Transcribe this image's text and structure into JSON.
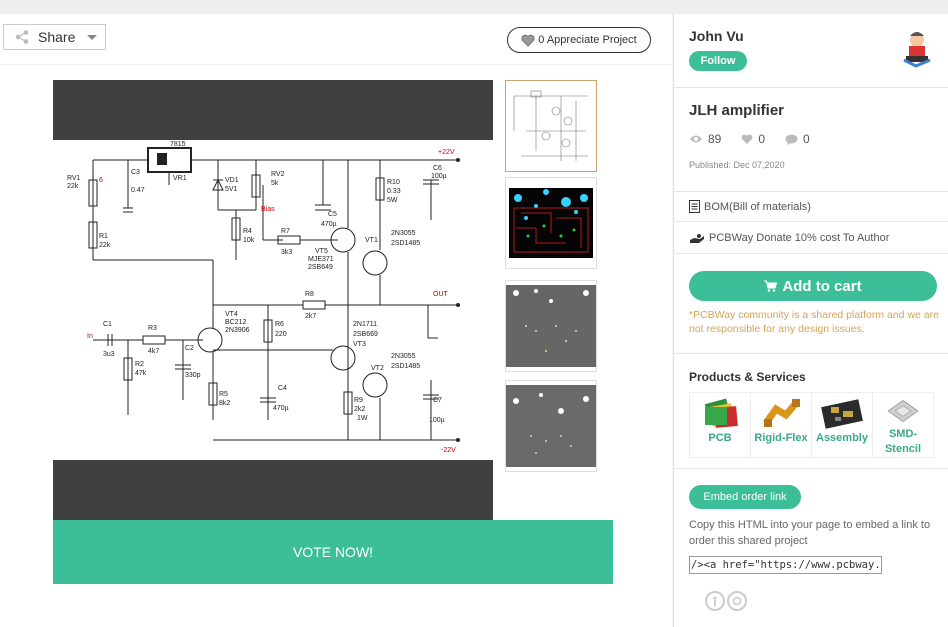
{
  "toolbar": {
    "share_label": "Share",
    "share_icon": "share-icon",
    "appreciate_label": "0 Appreciate Project",
    "appreciate_icon": "heart-icon"
  },
  "gallery": {
    "main_image": "schematic",
    "thumbnails": [
      "schematic",
      "pcb-layout-dark",
      "pcb-gray-top",
      "pcb-gray-bottom"
    ],
    "selected_index": 0
  },
  "vote_label": "VOTE NOW!",
  "schematic": {
    "labels": {
      "reg": "7815",
      "vr1": "VR1",
      "c3": "C3",
      "c3v": "0.47",
      "rv1": "RV1",
      "rv1v": "22k",
      "vd1": "VD1",
      "vd1v": "5V1",
      "rv2": "RV2",
      "rv2v": "5k",
      "r10": "R10",
      "r10v": "0.33",
      "r10w": "5W",
      "c6": "C6",
      "c6v": "100µ",
      "p22": "+22V",
      "m22": "-22V",
      "c5": "C5",
      "c5v": "470µ",
      "r4": "R4",
      "r4v": "10k",
      "bias": "Bias",
      "r7": "R7",
      "r7v": "3k3",
      "vt5": "VT5",
      "vt5t": "MJE371",
      "vt5b": "2SB649",
      "vt1": "VT1",
      "vt1t": "2N3055",
      "vt1b": "2SD1485",
      "r1": "R1",
      "r1v": "22k",
      "out": "OUT",
      "r8": "R8",
      "r8v": "2k7",
      "c1": "C1",
      "c1v": "3u3",
      "in": "In",
      "r3": "R3",
      "r3v": "4k7",
      "vt4": "VT4",
      "vt4t": "BC212",
      "vt4b": "2N3906",
      "r6": "R6",
      "r6v": "220",
      "vt3t": "2N1711",
      "vt3b": "2SB669",
      "vt3": "VT3",
      "c2": "C2",
      "c2v": "330p",
      "r2": "R2",
      "r2v": "47k",
      "vt2t": "2N3055",
      "vt2b": "2SD1485",
      "vt2": "VT2",
      "c4": "C4",
      "c4v": "470µ",
      "r5": "R5",
      "r5v": "8k2",
      "r9": "R9",
      "r9v": "2k2",
      "r9w": "1W",
      "c7": "C7",
      "c7v": "100µ",
      "six": "6"
    }
  },
  "sidebar": {
    "author_name": "John Vu",
    "follow_label": "Follow",
    "project_title": "JLH amplifier",
    "views": "89",
    "likes": "0",
    "comments": "0",
    "published": "Published: Dec 07,2020",
    "bom_label": "BOM(Bill of materials)",
    "donate_label": "PCBWay Donate 10% cost To Author",
    "cart_label": "Add to cart",
    "note": "*PCBWay community is a shared platform and we are not responsible for any design issues.",
    "products_title": "Products & Services",
    "products": [
      {
        "label": "PCB",
        "icon": "pcb-icon"
      },
      {
        "label": "Rigid-Flex",
        "icon": "rigid-flex-icon"
      },
      {
        "label": "Assembly",
        "icon": "assembly-icon"
      },
      {
        "label": "SMD-Stencil",
        "icon": "smd-stencil-icon"
      }
    ],
    "embed_label": "Embed order link",
    "embed_text": "Copy this HTML into your page to embed a link to order this shared project",
    "embed_code": "/><a href=\"https://www.pcbway.c",
    "colors": {
      "accent": "#3cbf98",
      "note": "#d4a356"
    }
  }
}
